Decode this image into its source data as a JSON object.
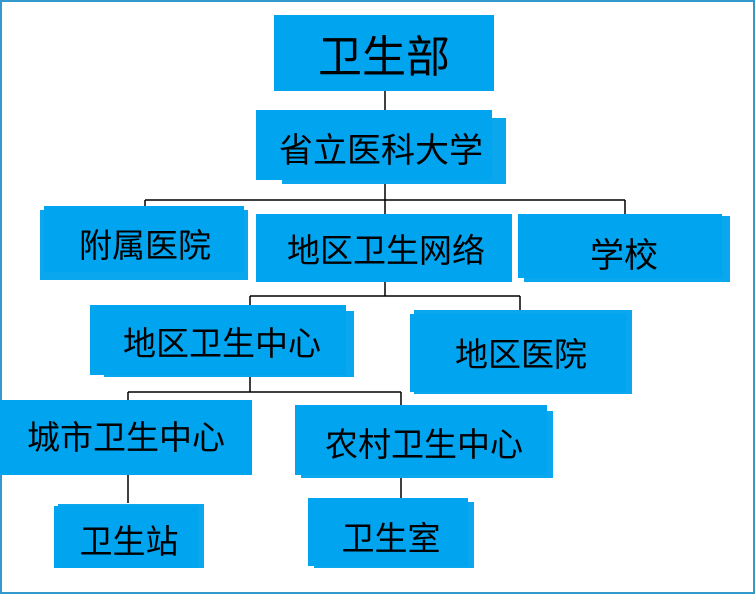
{
  "colors": {
    "box_fill": "#00a4ef",
    "line": "#000000",
    "frame": "#3399cc",
    "text": "#000000"
  },
  "nodes": {
    "ministry": "卫生部",
    "university": "省立医科大学",
    "affiliated_hospital": "附属医院",
    "regional_network": "地区卫生网络",
    "school": "学校",
    "regional_center": "地区卫生中心",
    "regional_hospital": "地区医院",
    "city_center": "城市卫生中心",
    "rural_center": "农村卫生中心",
    "health_station": "卫生站",
    "health_room": "卫生室"
  }
}
